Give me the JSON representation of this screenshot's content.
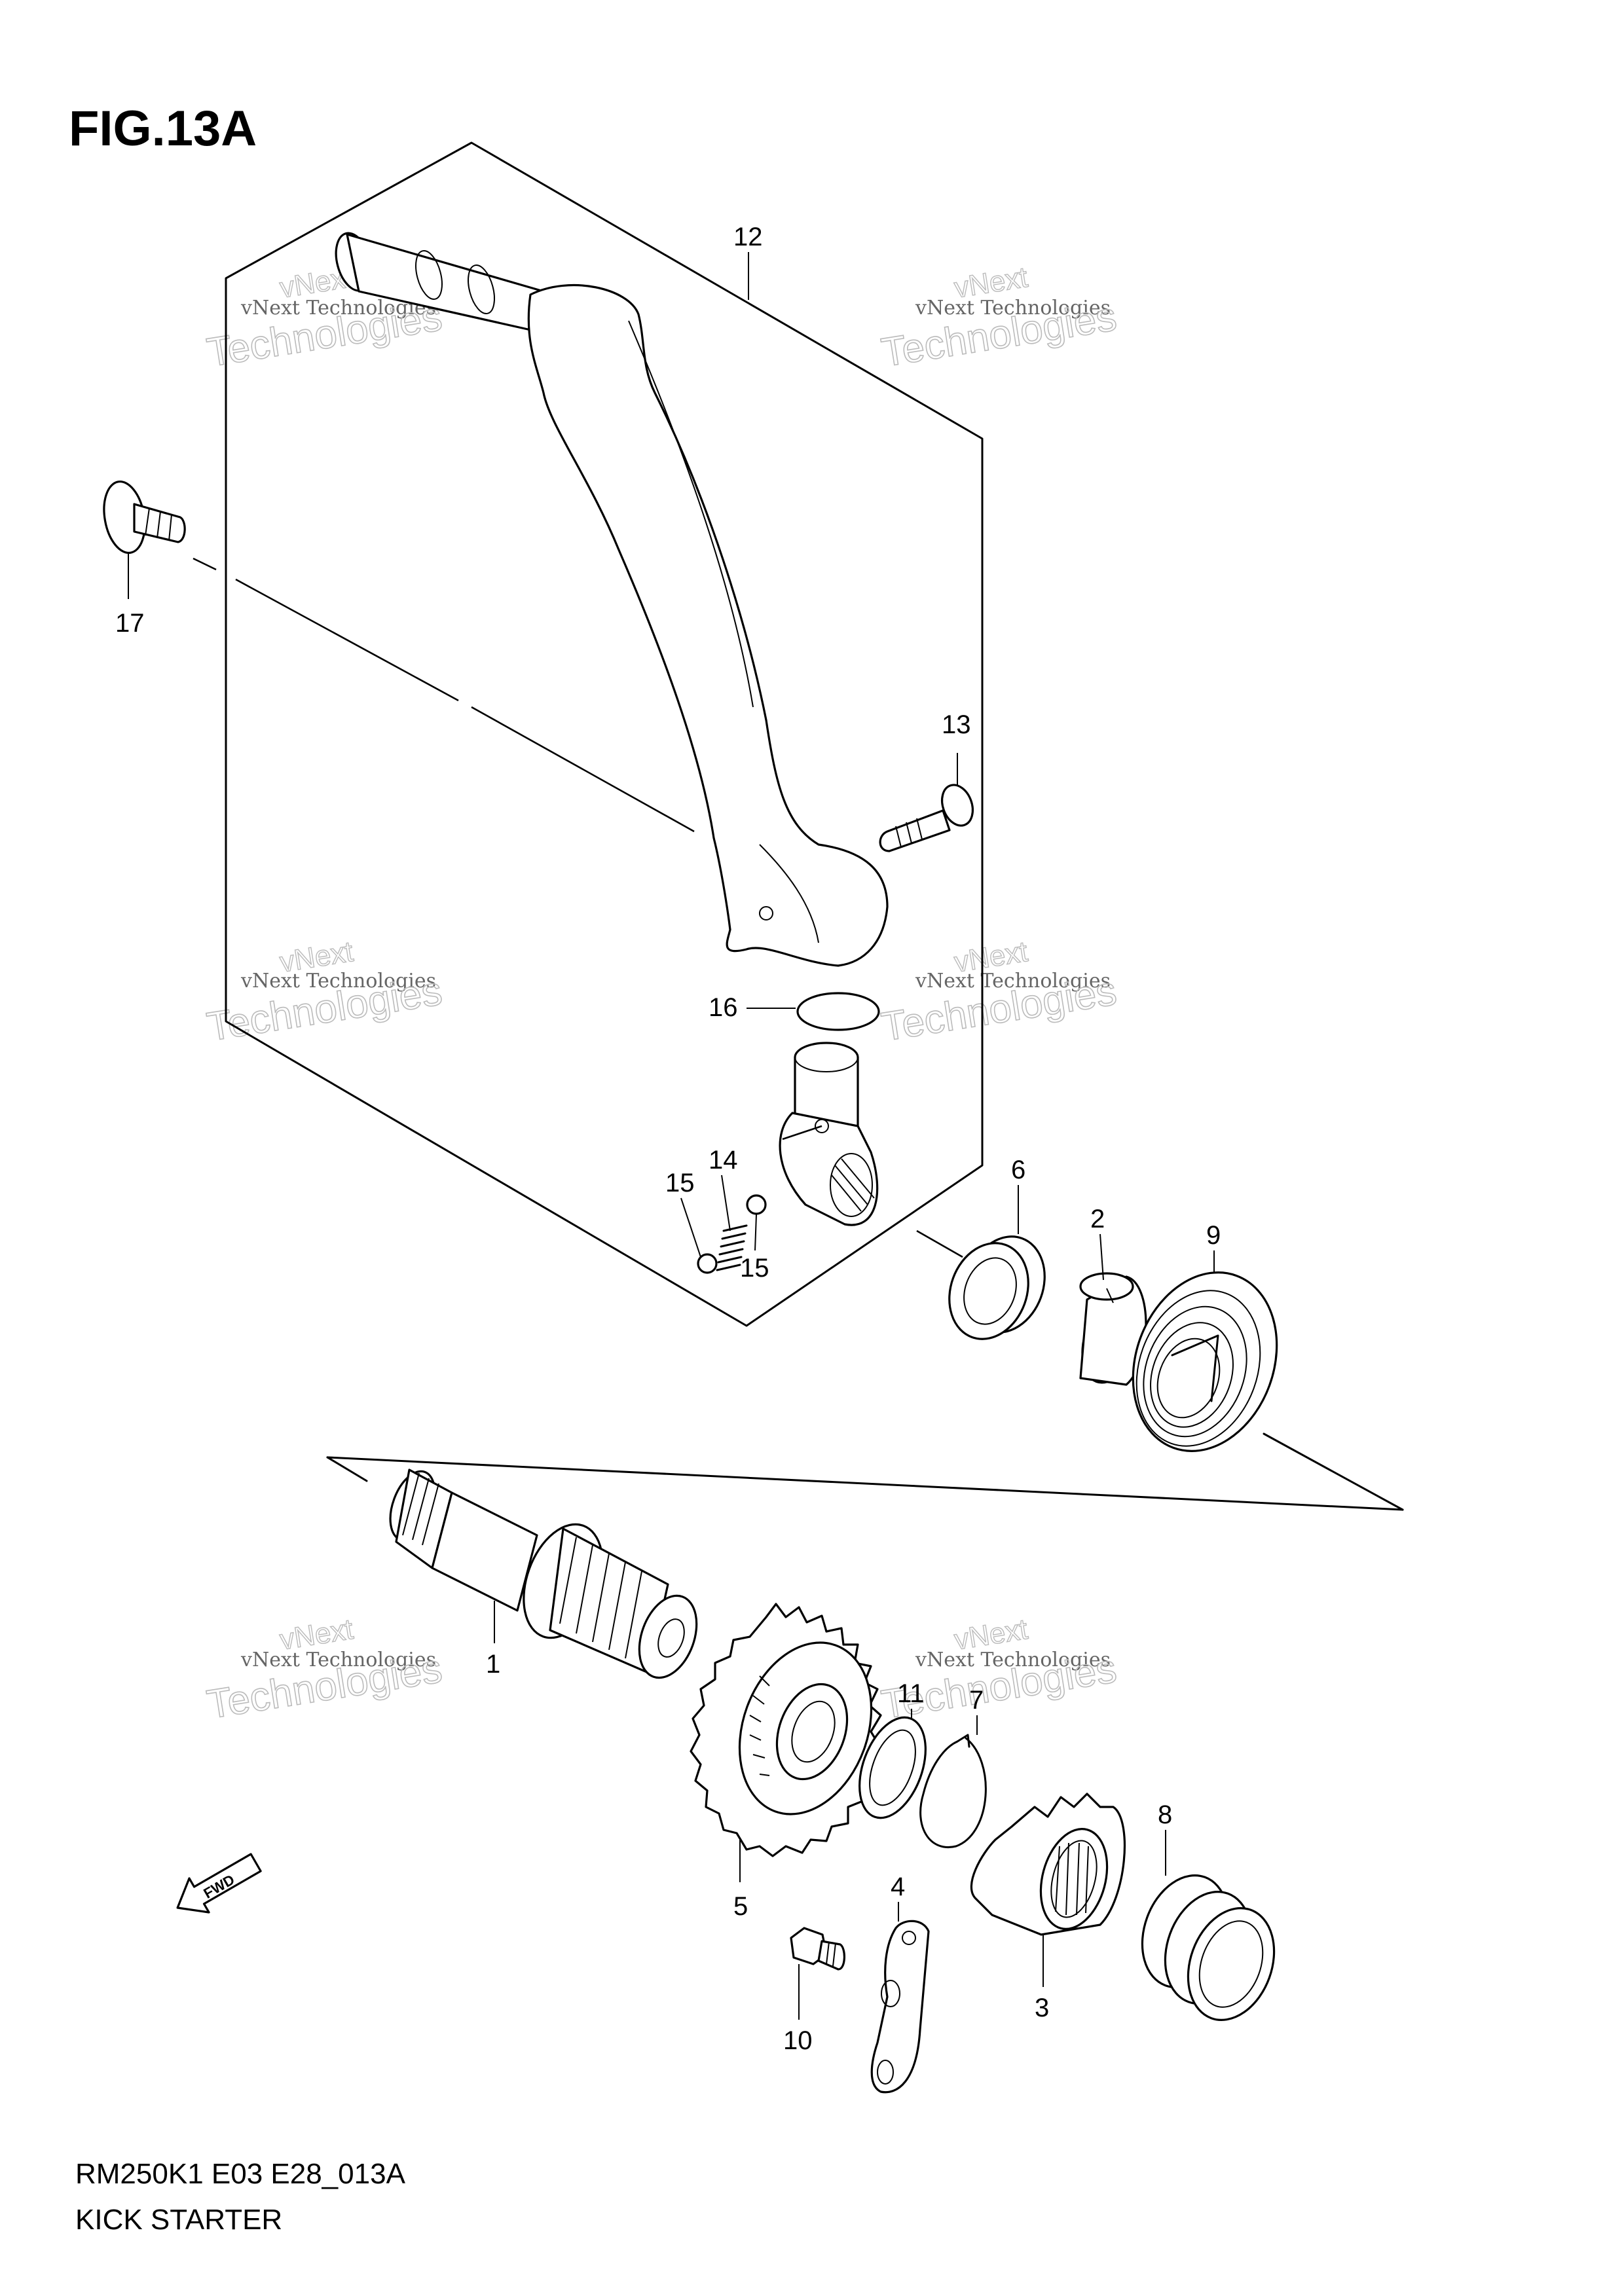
{
  "figure": {
    "title": "FIG.13A",
    "code": "RM250K1 E03 E28_013A",
    "caption": "KICK STARTER"
  },
  "fwd_badge": "FWD",
  "watermark": {
    "line1": "vNext Technologies",
    "line2a": "vNext",
    "line2b": "Technologies"
  },
  "callouts": {
    "p1": "1",
    "p2": "2",
    "p3": "3",
    "p4": "4",
    "p5": "5",
    "p6": "6",
    "p7": "7",
    "p8": "8",
    "p9": "9",
    "p10": "10",
    "p11": "11",
    "p12": "12",
    "p13": "13",
    "p14": "14",
    "p15a": "15",
    "p15b": "15",
    "p16": "16",
    "p17": "17"
  }
}
